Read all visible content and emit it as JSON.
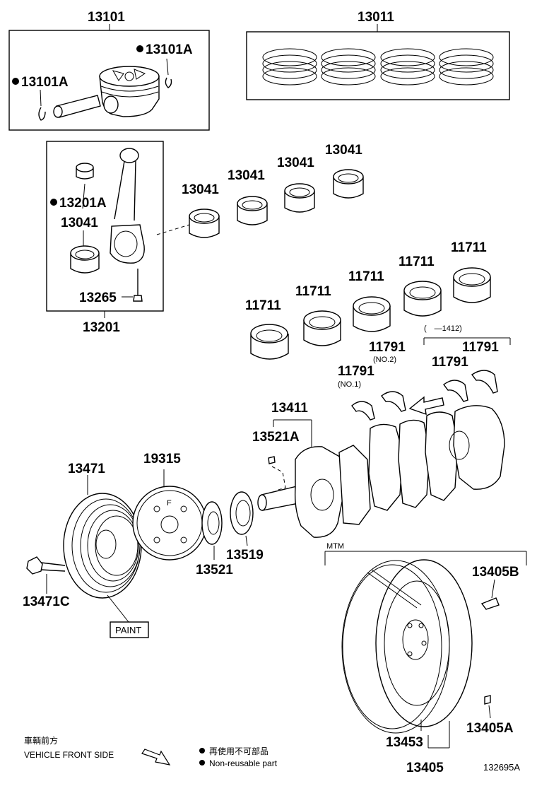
{
  "labels": {
    "p13101": "13101",
    "p13011": "13011",
    "p13101a_right": "13101A",
    "p13101a_left": "13101A",
    "p13041_a": "13041",
    "p13041_b": "13041",
    "p13041_c": "13041",
    "p13041_d": "13041",
    "p13041_rod": "13041",
    "p13201a": "13201A",
    "p13265": "13265",
    "p13201": "13201",
    "p11711_a": "11711",
    "p11711_b": "11711",
    "p11711_c": "11711",
    "p11711_d": "11711",
    "p11711_e": "11711",
    "p11791_a": "11791",
    "p11791_b": "11791",
    "p11791_c": "11791",
    "p11791_d": "11791",
    "no2": "(NO.2)",
    "no1": "(NO.1)",
    "range_1412": "(　—1412)",
    "p13411": "13411",
    "p13521a": "13521A",
    "p13471": "13471",
    "p19315": "19315",
    "p13519": "13519",
    "p13521": "13521",
    "p13471c": "13471C",
    "paint": "PAINT",
    "mtm": "MTM",
    "p13405b": "13405B",
    "p13405a": "13405A",
    "p13453": "13453",
    "p13405": "13405"
  },
  "footer": {
    "front_jp": "車輌前方",
    "front_en": "VEHICLE FRONT SIDE",
    "nonreusable_jp": "再使用不可部品",
    "nonreusable_en": "Non-reusable part",
    "diagram_code": "132695A"
  },
  "colors": {
    "line": "#000000",
    "background": "#ffffff"
  }
}
